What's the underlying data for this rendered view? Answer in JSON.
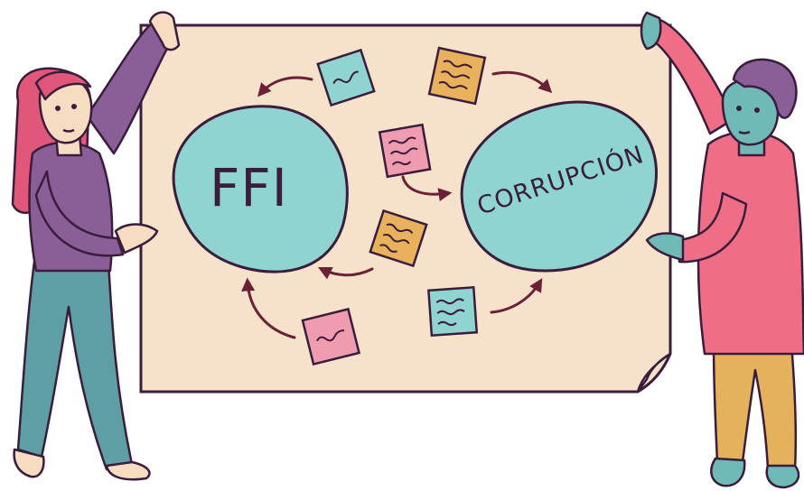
{
  "poster": {
    "left_circle_label": "FFI",
    "right_circle_label": "CORRUPCIÓN"
  },
  "colors": {
    "paper": "#f6e2cb",
    "outline": "#3a1d3c",
    "circle": "#8fd4d0",
    "note_teal": "#8fd4d0",
    "note_orange": "#e9b15c",
    "note_pink": "#f09cb0",
    "woman_left_top": "#8a5e97",
    "woman_left_pants": "#5e9fa6",
    "woman_left_hair": "#e0577a",
    "woman_right_top": "#ef6e86",
    "woman_right_pants": "#e4b15c",
    "woman_right_hair": "#8a5e97",
    "skin_left": "#f6dcc0",
    "skin_right": "#6fbab7",
    "arrow": "#6b2036"
  },
  "sticky_notes": [
    {
      "color": "teal",
      "icon": "scribble-note-icon"
    },
    {
      "color": "orange",
      "icon": "scribble-note-icon"
    },
    {
      "color": "pink",
      "icon": "scribble-note-icon"
    },
    {
      "color": "orange",
      "icon": "scribble-note-icon"
    },
    {
      "color": "teal",
      "icon": "scribble-note-icon"
    },
    {
      "color": "pink",
      "icon": "scribble-note-icon"
    }
  ]
}
